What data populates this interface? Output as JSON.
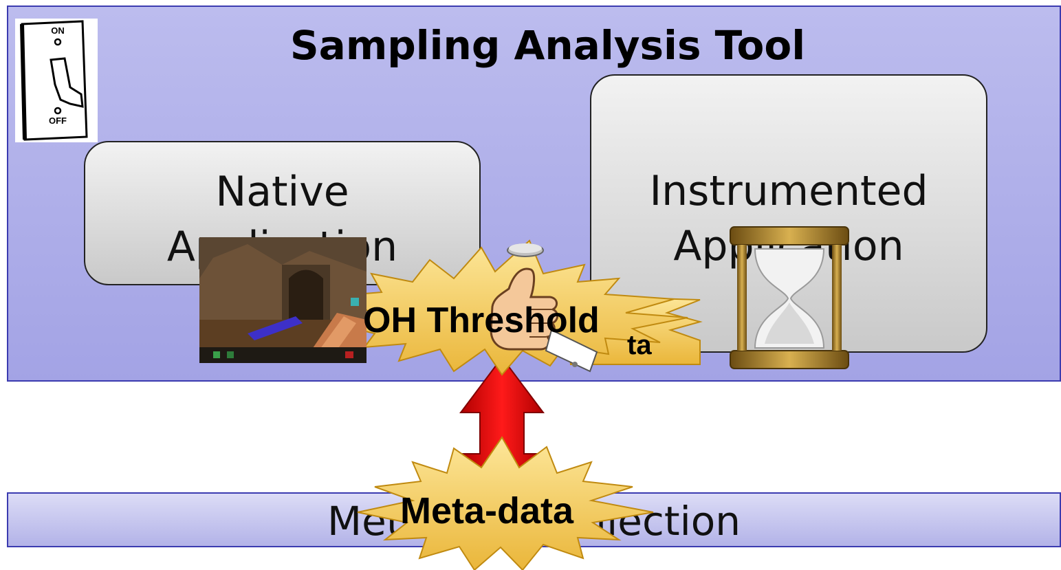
{
  "tool_panel": {
    "title": "Sampling Analysis Tool"
  },
  "native_app": {
    "label_line1": "Native",
    "label_line2": "Application"
  },
  "instrumented_app": {
    "label_line1": "Instrumented",
    "label_line2": "Application"
  },
  "meta_bar": {
    "label": "Meta-data Collection"
  },
  "bursts": {
    "oh_threshold": "OH Threshold",
    "back_partial": "ta",
    "meta_data": "Meta-data"
  },
  "switch": {
    "on": "ON",
    "off": "OFF"
  },
  "colors": {
    "panel": "#a9a9e8",
    "burst": "#f2c64a",
    "arrow": "#e00000",
    "hourglass_frame": "#8a6a1c"
  },
  "icons": [
    "light-switch-icon",
    "thumbs-up-icon",
    "coin-icon",
    "hourglass-icon",
    "game-screenshot"
  ]
}
